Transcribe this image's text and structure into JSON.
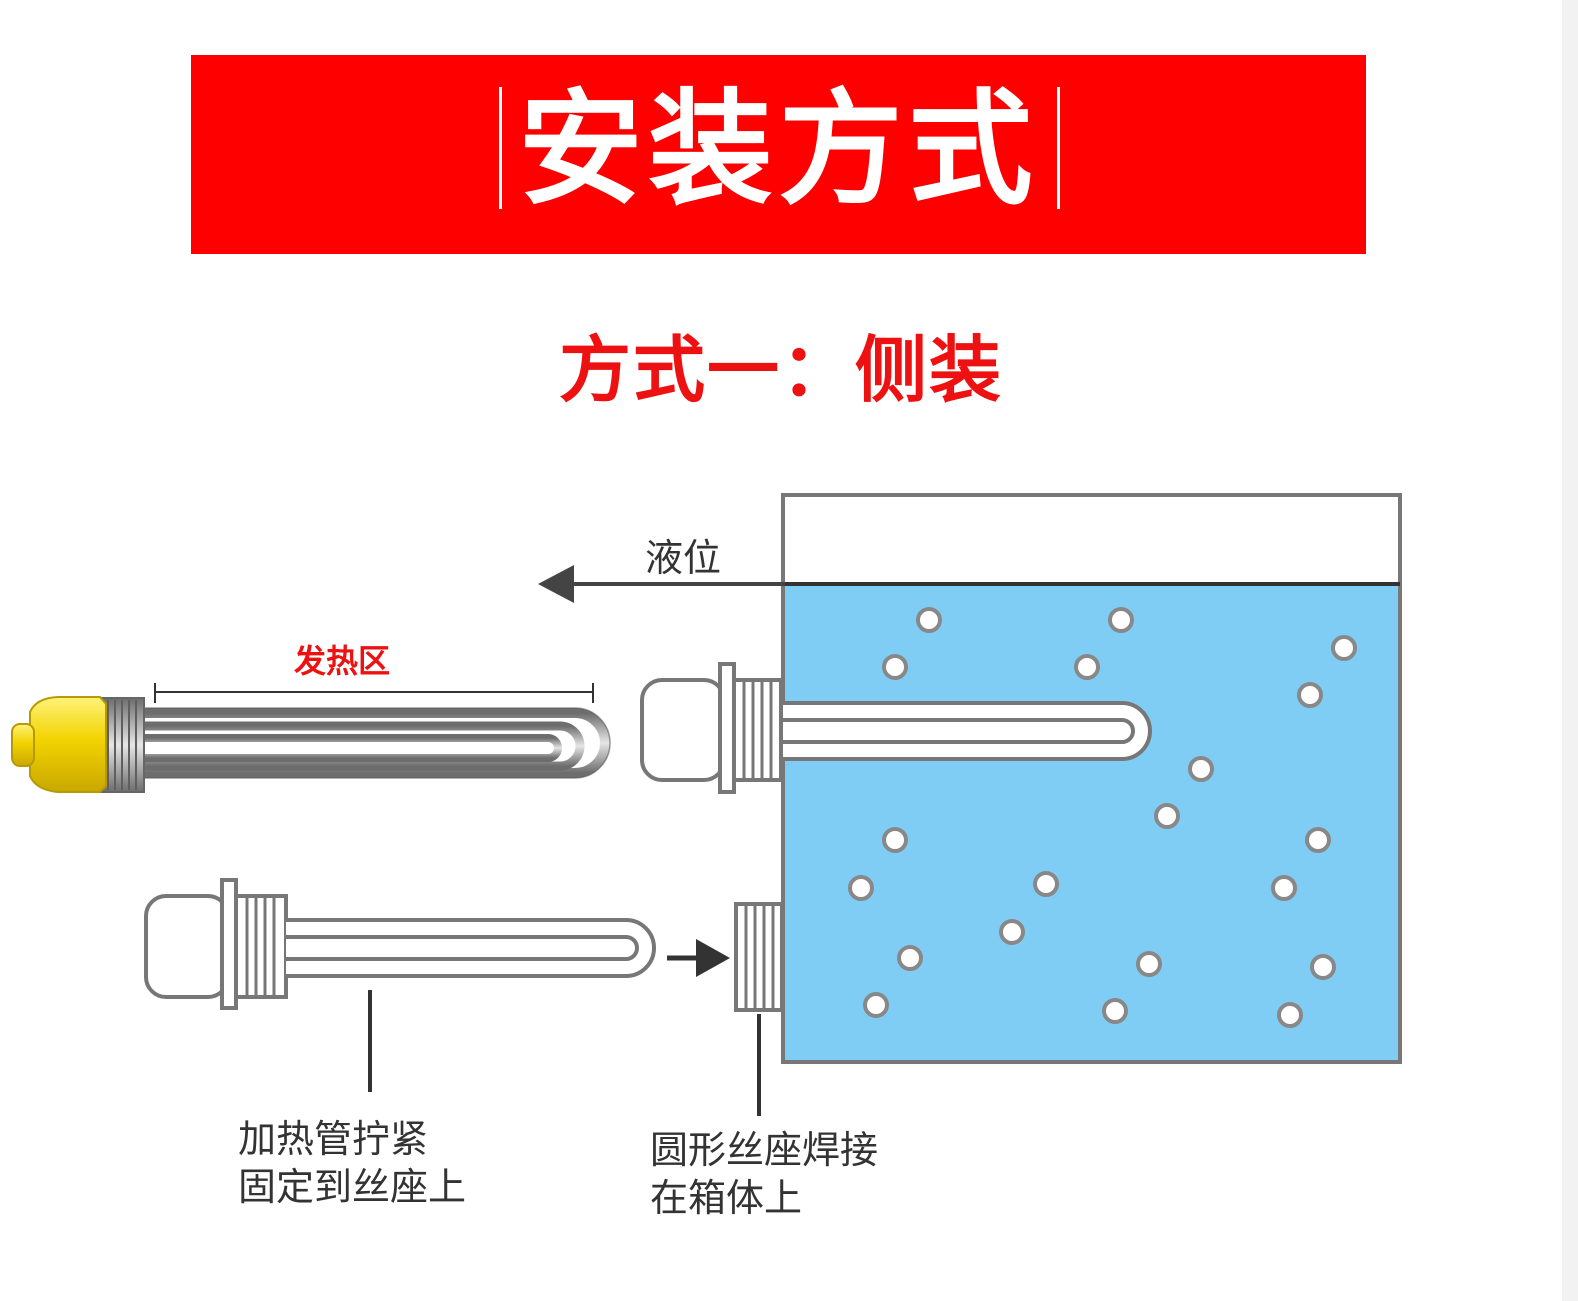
{
  "header": {
    "title": "安装方式",
    "bg_color": "#fe0000"
  },
  "subtitle": "方式一：侧装",
  "labels": {
    "liquid_level": "液位",
    "heating_zone": "发热区",
    "tube_note_line1": "加热管拧紧",
    "tube_note_line2": "固定到丝座上",
    "seat_note_line1": "圆形丝座焊接",
    "seat_note_line2": "在箱体上"
  },
  "colors": {
    "liquid": "#7fcdf4",
    "outline": "#777777",
    "arrow": "#333333",
    "heater_cap": "#f2d300"
  },
  "icons": [
    "arrow-left-icon",
    "arrow-right-icon",
    "bubble-icon"
  ]
}
